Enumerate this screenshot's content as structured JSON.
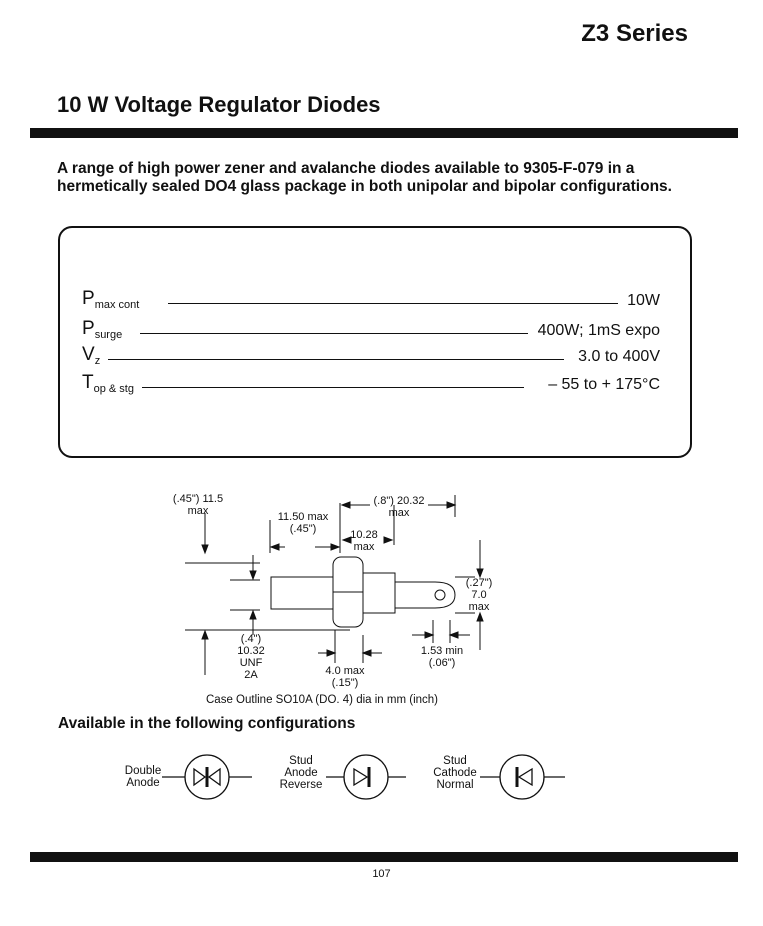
{
  "header": {
    "series": "Z3 Series",
    "title": "10 W Voltage Regulator Diodes"
  },
  "intro": "A range of high power zener and avalanche diodes available to 9305-F-079 in a hermetically sealed DO4 glass package in both unipolar and bipolar configurations.",
  "specs": [
    {
      "symbol": "P",
      "subscript": "max cont",
      "value": "10W"
    },
    {
      "symbol": "P",
      "subscript": "surge",
      "value": "400W; 1mS expo"
    },
    {
      "symbol": "V",
      "subscript": "z",
      "value": "3.0 to 400V"
    },
    {
      "symbol": "T",
      "subscript": "op & stg",
      "value": "– 55 to + 175°C"
    }
  ],
  "outline": {
    "dim_a": "(.45\") 11.5",
    "dim_a2": "max",
    "dim_b": "11.50 max",
    "dim_b2": "(.45\")",
    "dim_c": "(.8\") 20.32",
    "dim_c2": "max",
    "dim_d": "10.28",
    "dim_d2": "max",
    "dim_e": "(.27\")",
    "dim_e2": "7.0",
    "dim_e3": "max",
    "dim_f": "(.4\")",
    "dim_f2": "10.32",
    "dim_f3": "UNF",
    "dim_f4": "2A",
    "dim_g": "4.0 max",
    "dim_g2": "(.15\")",
    "dim_h": "1.53 min",
    "dim_h2": "(.06\")",
    "caption": "Case Outline SO10A (DO. 4) dia  in mm (inch)"
  },
  "configurations": {
    "title": "Available in the following configurations",
    "items": [
      {
        "line1": "Double",
        "line2": "Anode",
        "line3": ""
      },
      {
        "line1": "Stud",
        "line2": "Anode",
        "line3": "Reverse"
      },
      {
        "line1": "Stud",
        "line2": "Cathode",
        "line3": "Normal"
      }
    ]
  },
  "footer": {
    "page_number": "107"
  }
}
